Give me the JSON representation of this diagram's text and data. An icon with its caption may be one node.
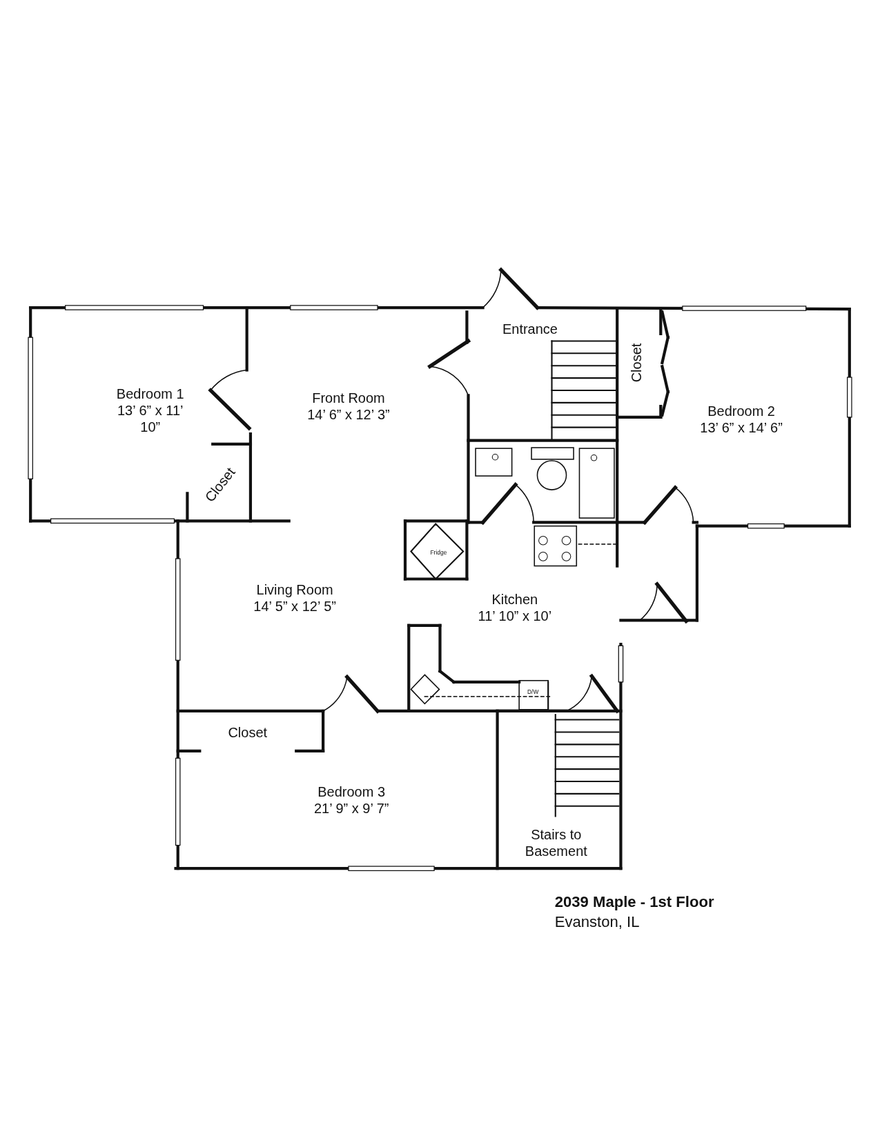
{
  "diagram": {
    "title": "2039 Maple - 1st Floor",
    "caption": "Evanston, IL",
    "nodes": [
      {
        "text": [
          "Bedroom 1",
          "13’ 6” x 11’ 10”"
        ]
      },
      {
        "text": [
          "Closet"
        ]
      },
      {
        "text": [
          "Front Room",
          "14’ 6” x 12’ 3”"
        ]
      },
      {
        "text": [
          "Entrance"
        ]
      },
      {
        "text": [
          "Closet"
        ]
      },
      {
        "text": [
          "Bedroom 2",
          "13’ 6” x 14’ 6”"
        ]
      },
      {
        "text": [
          "Fridge"
        ]
      },
      {
        "text": [
          "Living Room",
          "14’ 5” x 12’ 5”"
        ]
      },
      {
        "text": [
          "Kitchen",
          "11’ 10” x 10’"
        ]
      },
      {
        "text": [
          "D/W"
        ]
      },
      {
        "text": [
          "Closet"
        ]
      },
      {
        "text": [
          "Bedroom 3",
          "21’ 9” x 9’ 7”"
        ]
      },
      {
        "text": [
          "Stairs to Basement"
        ]
      }
    ]
  }
}
